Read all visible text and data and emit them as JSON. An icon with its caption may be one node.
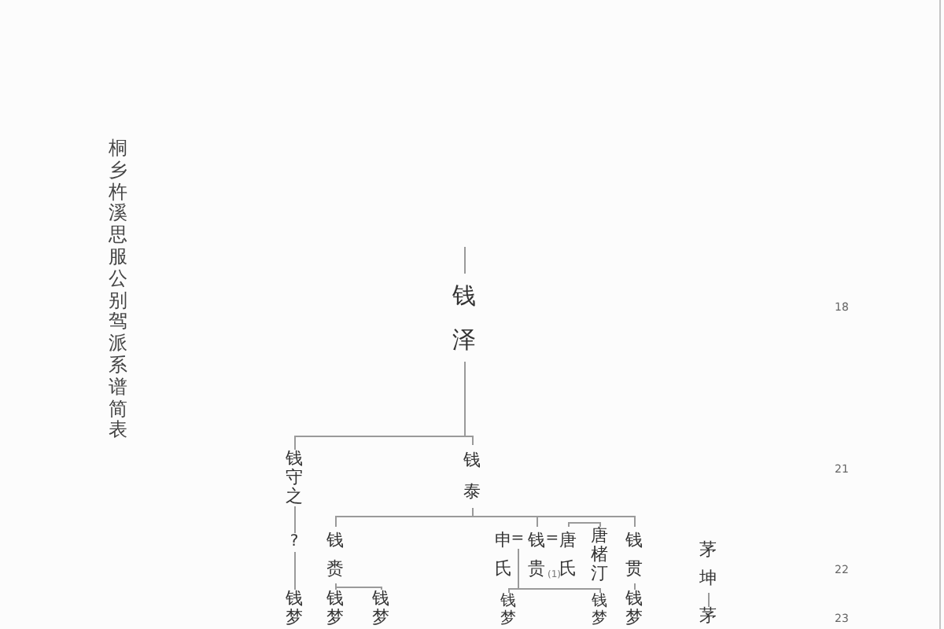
{
  "diagram": {
    "title": "桐乡杵溪思服公别驾派系谱简表",
    "nodes": [
      {
        "text": [
          "钱泽"
        ]
      },
      {
        "text": [
          "钱守之"
        ]
      },
      {
        "text": [
          "钱泰"
        ]
      },
      {
        "text": [
          "?"
        ]
      },
      {
        "text": [
          "钱梦"
        ]
      },
      {
        "text": [
          "钱赉"
        ]
      },
      {
        "text": [
          "申氏"
        ]
      },
      {
        "text": [
          "="
        ]
      },
      {
        "text": [
          "钱贵"
        ],
        "beside": [
          "(1)"
        ]
      },
      {
        "text": [
          "唐氏"
        ]
      },
      {
        "text": [
          "唐楮汀"
        ]
      },
      {
        "text": [
          "钱贯"
        ]
      },
      {
        "text": [
          "茅坤"
        ]
      },
      {
        "text": [
          "钱梦"
        ]
      },
      {
        "text": [
          "钱梦"
        ]
      },
      {
        "text": [
          "钱梦"
        ]
      },
      {
        "text": [
          "钱梦"
        ]
      },
      {
        "text": [
          "钱梦"
        ]
      },
      {
        "text": [
          "茅"
        ]
      }
    ],
    "edges": [
      {
        "from": null,
        "to": 0,
        "arrow": "none"
      },
      {
        "from": 0,
        "to": 1,
        "arrow": "none"
      },
      {
        "from": 0,
        "to": 2,
        "arrow": "none"
      },
      {
        "from": 1,
        "to": 3,
        "arrow": "none"
      },
      {
        "from": 3,
        "to": 4,
        "arrow": "none"
      },
      {
        "from": 2,
        "to": 5,
        "arrow": "none"
      },
      {
        "from": 2,
        "to": 8,
        "arrow": "none"
      },
      {
        "from": 2,
        "to": 11,
        "arrow": "none"
      },
      {
        "from": 9,
        "to": 10,
        "arrow": "none"
      },
      {
        "from": 5,
        "to": 13,
        "arrow": "none"
      },
      {
        "from": 5,
        "to": 14,
        "arrow": "none"
      },
      {
        "from": 7,
        "to": 15,
        "arrow": "none"
      },
      {
        "from": 7,
        "to": 16,
        "arrow": "none"
      },
      {
        "from": 11,
        "to": 17,
        "arrow": "none"
      },
      {
        "from": 12,
        "to": 18,
        "arrow": "none"
      }
    ],
    "labels": [
      "18",
      "21",
      "=",
      "22",
      "23"
    ]
  }
}
